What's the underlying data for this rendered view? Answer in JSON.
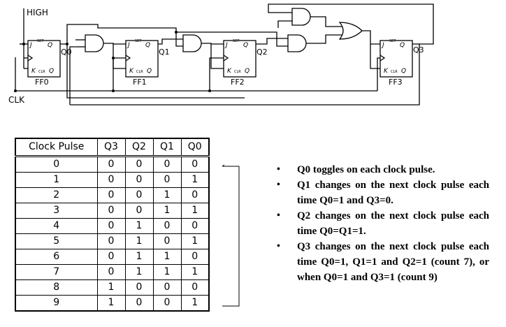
{
  "circuit": {
    "high_label": "HIGH",
    "clk_label": "CLK",
    "flipflops": [
      {
        "name": "FF0",
        "q": "Q0"
      },
      {
        "name": "FF1",
        "q": "Q1"
      },
      {
        "name": "FF2",
        "q": "Q2"
      },
      {
        "name": "FF3",
        "q": "Q3"
      }
    ],
    "pin_j": "J",
    "pin_k": "K",
    "pin_set": "SET",
    "pin_clr": "CLR",
    "pin_qbar": "Q"
  },
  "table": {
    "headers": [
      "Clock Pulse",
      "Q3",
      "Q2",
      "Q1",
      "Q0"
    ],
    "rows": [
      [
        "0",
        "0",
        "0",
        "0",
        "0"
      ],
      [
        "1",
        "0",
        "0",
        "0",
        "1"
      ],
      [
        "2",
        "0",
        "0",
        "1",
        "0"
      ],
      [
        "3",
        "0",
        "0",
        "1",
        "1"
      ],
      [
        "4",
        "0",
        "1",
        "0",
        "0"
      ],
      [
        "5",
        "0",
        "1",
        "0",
        "1"
      ],
      [
        "6",
        "0",
        "1",
        "1",
        "0"
      ],
      [
        "7",
        "0",
        "1",
        "1",
        "1"
      ],
      [
        "8",
        "1",
        "0",
        "0",
        "0"
      ],
      [
        "9",
        "1",
        "0",
        "0",
        "1"
      ]
    ]
  },
  "notes": [
    "Q0 toggles on each clock pulse.",
    "Q1 changes on the next clock pulse each time Q0=1 and Q3=0.",
    "Q2 changes on the next clock pulse each time Q0=Q1=1.",
    "Q3 changes on the next clock pulse each time Q0=1, Q1=1 and Q2=1 (count 7), or when Q0=1 and Q3=1 (count 9)"
  ]
}
